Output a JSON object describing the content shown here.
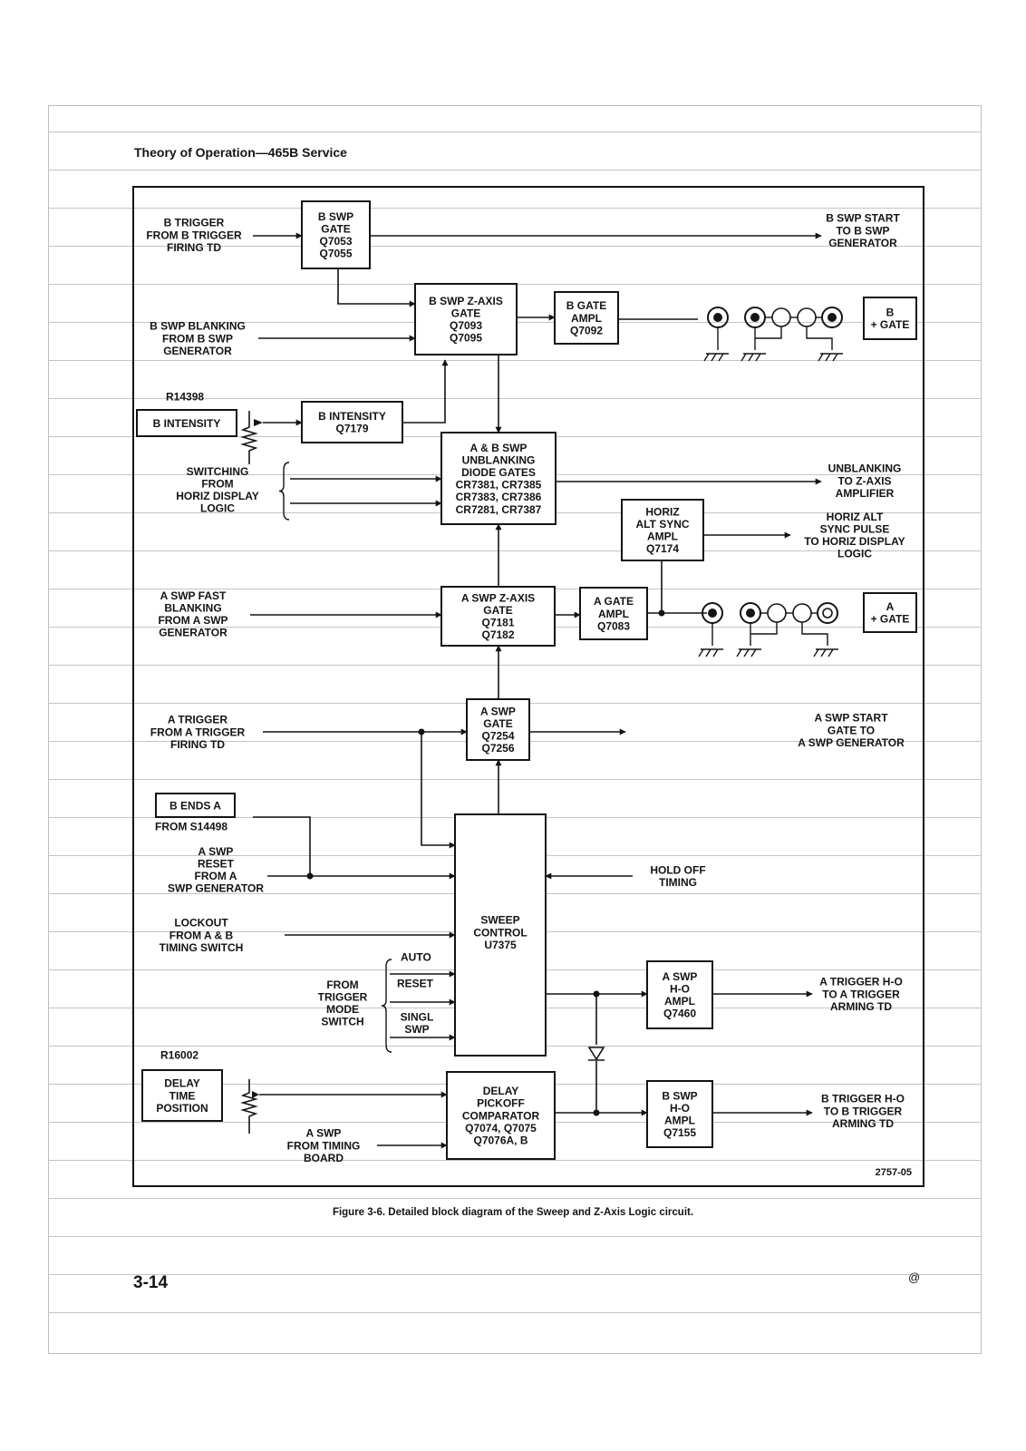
{
  "header": {
    "title": "Theory of Operation—465B Service"
  },
  "diagram": {
    "blocks": {
      "b_swp_gate": [
        "B SWP",
        "GATE",
        "Q7053",
        "Q7055"
      ],
      "b_swp_zaxis_gate": [
        "B SWP Z-AXIS",
        "GATE",
        "Q7093",
        "Q7095"
      ],
      "b_gate_ampl": [
        "B GATE",
        "AMPL",
        "Q7092"
      ],
      "b_intensity_ctrl": [
        "B INTENSITY"
      ],
      "b_intensity_amp": [
        "B INTENSITY",
        "Q7179"
      ],
      "unblanking_gates": [
        "A & B SWP",
        "UNBLANKING",
        "DIODE GATES",
        "CR7381, CR7385",
        "CR7383, CR7386",
        "CR7281, CR7387"
      ],
      "horiz_alt_sync": [
        "HORIZ",
        "ALT SYNC",
        "AMPL",
        "Q7174"
      ],
      "a_swp_zaxis_gate": [
        "A SWP Z-AXIS",
        "GATE",
        "Q7181",
        "Q7182"
      ],
      "a_gate_ampl": [
        "A GATE",
        "AMPL",
        "Q7083"
      ],
      "a_swp_gate": [
        "A SWP",
        "GATE",
        "Q7254",
        "Q7256"
      ],
      "b_ends_a": [
        "B ENDS A"
      ],
      "sweep_control": [
        "SWEEP",
        "CONTROL",
        "U7375"
      ],
      "a_swp_ho_ampl": [
        "A SWP",
        "H-O",
        "AMPL",
        "Q7460"
      ],
      "b_swp_ho_ampl": [
        "B SWP",
        "H-O",
        "AMPL",
        "Q7155"
      ],
      "delay_pickoff": [
        "DELAY",
        "PICKOFF",
        "COMPARATOR",
        "Q7074, Q7075",
        "Q7076A, B"
      ],
      "delay_time_pos": [
        "DELAY",
        "TIME",
        "POSITION"
      ],
      "b_plus_gate": [
        "B",
        "+ GATE"
      ],
      "a_plus_gate": [
        "A",
        "+ GATE"
      ]
    },
    "labels": {
      "b_trigger_in": [
        "B TRIGGER",
        "FROM B TRIGGER",
        "FIRING TD"
      ],
      "b_swp_start_out": [
        "B SWP START",
        "TO B SWP",
        "GENERATOR"
      ],
      "b_swp_blanking_in": [
        "B SWP BLANKING",
        "FROM B SWP",
        "GENERATOR"
      ],
      "r14398": "R14398",
      "switching_in": [
        "SWITCHING",
        "FROM",
        "HORIZ DISPLAY",
        "LOGIC"
      ],
      "unblanking_out": [
        "UNBLANKING",
        "TO Z-AXIS",
        "AMPLIFIER"
      ],
      "horiz_alt_out": [
        "HORIZ ALT",
        "SYNC PULSE",
        "TO HORIZ DISPLAY",
        "LOGIC"
      ],
      "a_swp_fast_blanking_in": [
        "A SWP FAST",
        "BLANKING",
        "FROM A SWP",
        "GENERATOR"
      ],
      "a_trigger_in": [
        "A TRIGGER",
        "FROM A TRIGGER",
        "FIRING TD"
      ],
      "a_swp_start_out": [
        "A SWP START",
        "GATE TO",
        "A SWP GENERATOR"
      ],
      "from_s14498": "FROM S14498",
      "a_swp_reset_in": [
        "A SWP",
        "RESET",
        "FROM A",
        "SWP GENERATOR"
      ],
      "hold_off_timing": [
        "HOLD OFF",
        "TIMING"
      ],
      "lockout_in": [
        "LOCKOUT",
        "FROM A & B",
        "TIMING SWITCH"
      ],
      "trigger_mode": [
        "FROM",
        "TRIGGER",
        "MODE",
        "SWITCH"
      ],
      "auto": "AUTO",
      "reset": "RESET",
      "singl_swp": [
        "SINGL",
        "SWP"
      ],
      "a_trigger_ho_out": [
        "A TRIGGER H-O",
        "TO A TRIGGER",
        "ARMING TD"
      ],
      "r16002": "R16002",
      "a_swp_timing_in": [
        "A SWP",
        "FROM TIMING",
        "BOARD"
      ],
      "b_trigger_ho_out": [
        "B TRIGGER H-O",
        "TO B TRIGGER",
        "ARMING TD"
      ],
      "figure_code": "2757-05"
    }
  },
  "caption": "Figure 3-6.  Detailed block diagram of the Sweep and Z-Axis Logic circuit.",
  "footer": {
    "page_number": "3-14",
    "mark": "@"
  }
}
